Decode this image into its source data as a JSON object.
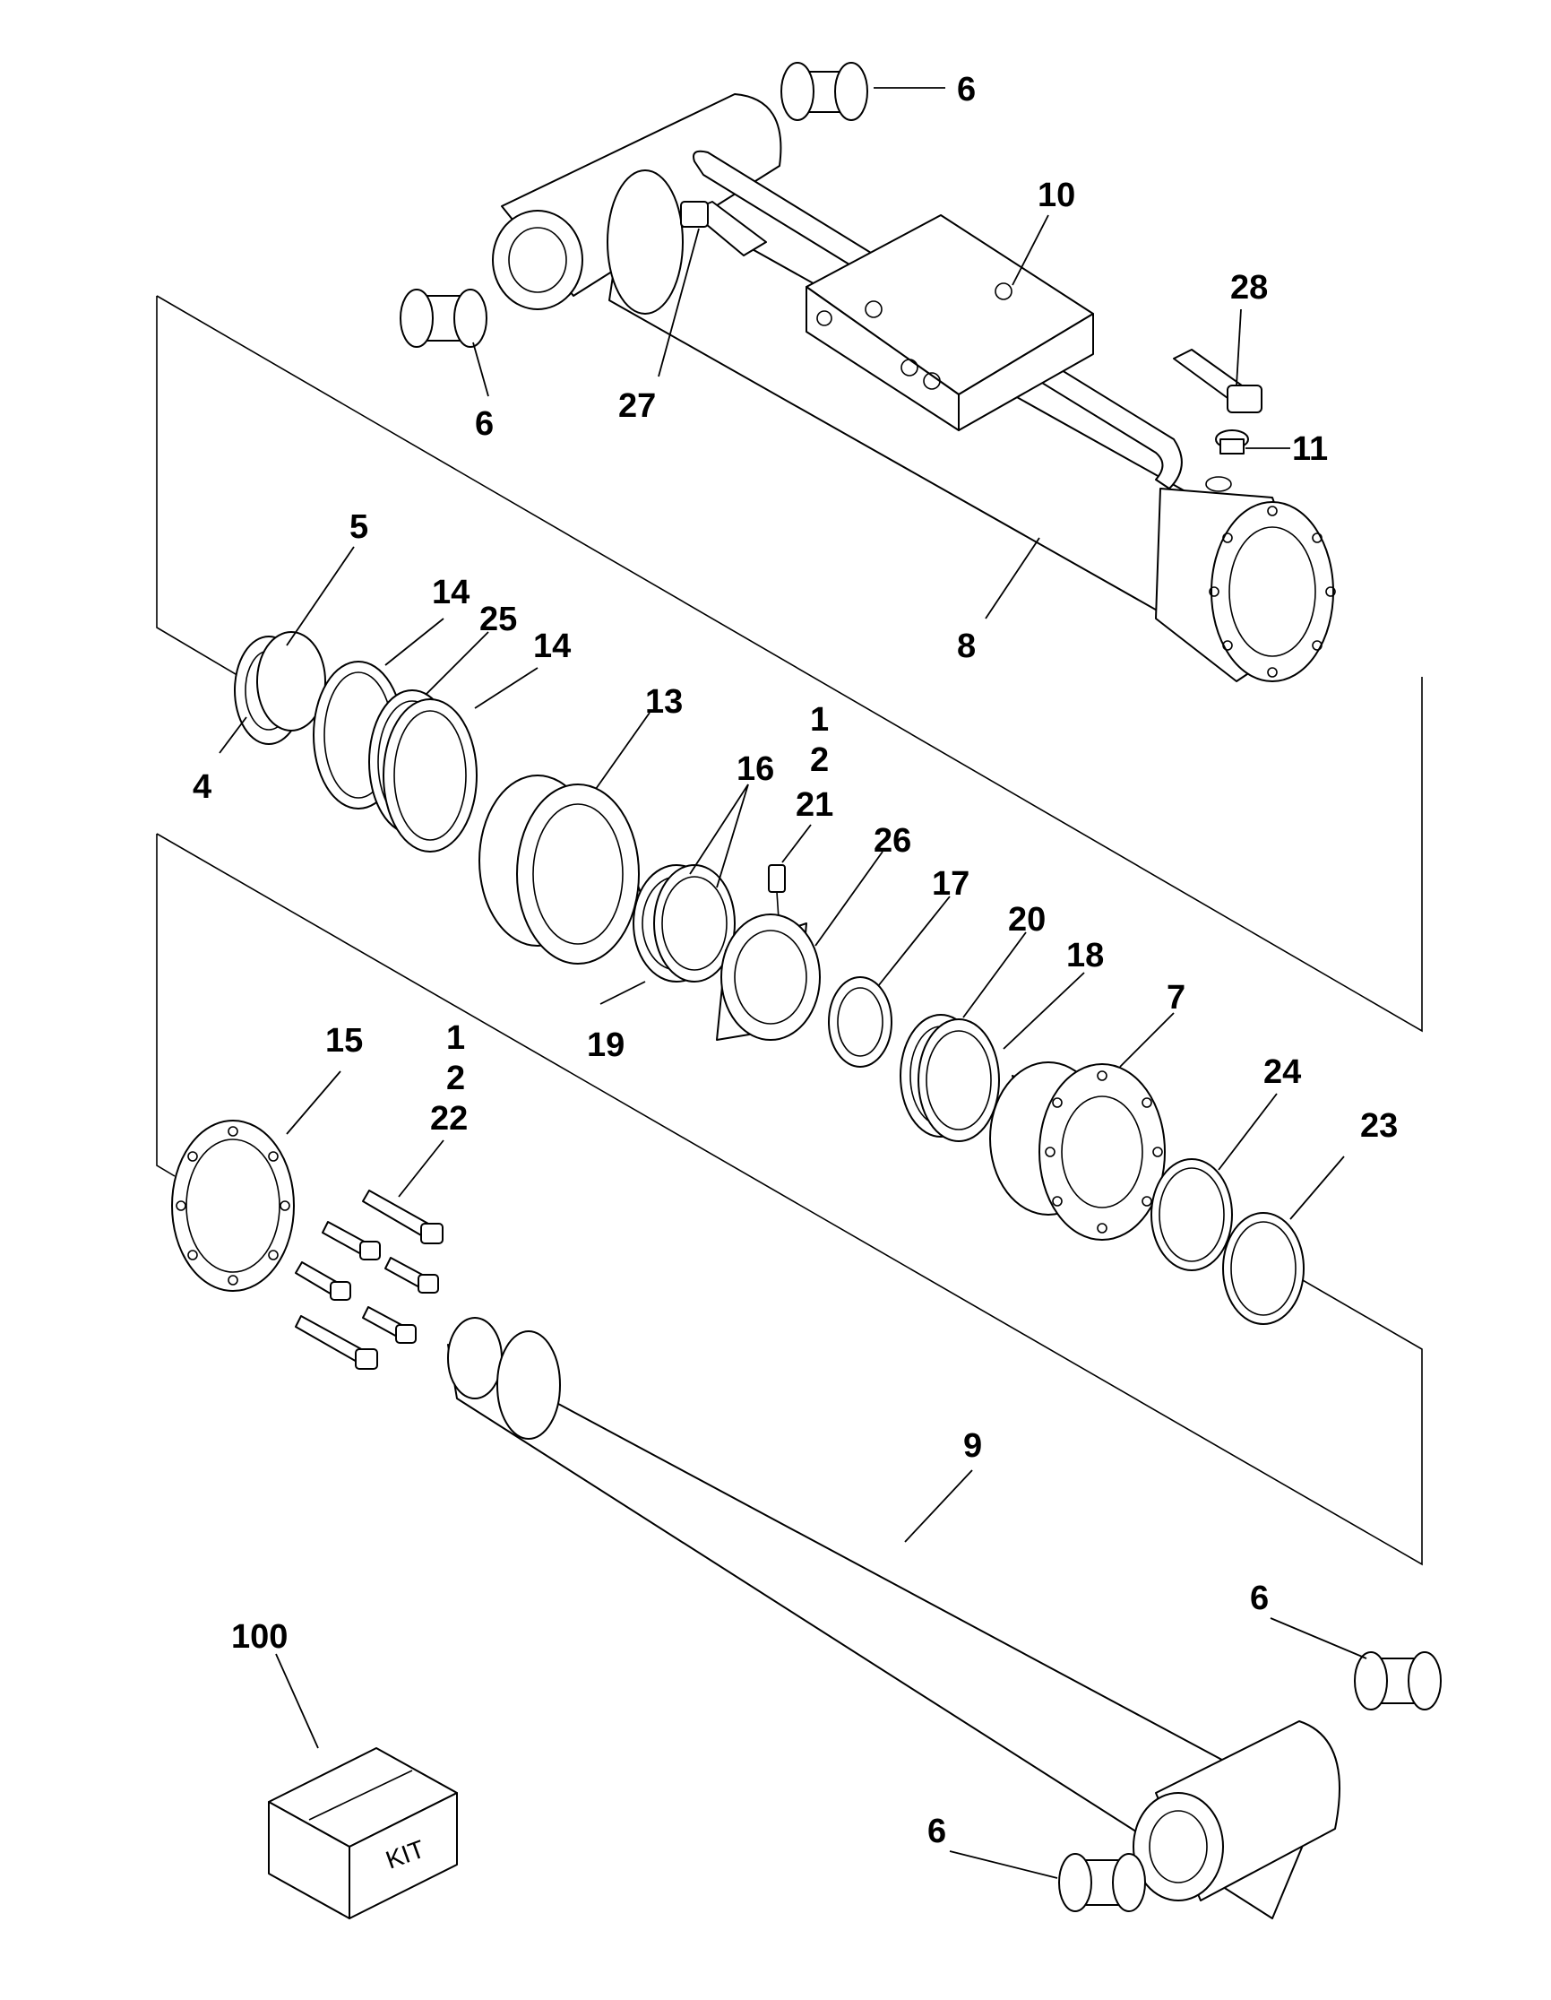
{
  "callouts": {
    "c6a": "6",
    "c10": "10",
    "c28": "28",
    "c6b": "6",
    "c27": "27",
    "c11": "11",
    "c5": "5",
    "c8": "8",
    "c14a": "14",
    "c25": "25",
    "c14b": "14",
    "c4": "4",
    "c13": "13",
    "c1a": "1",
    "c2a": "2",
    "c16": "16",
    "c21": "21",
    "c26": "26",
    "c17": "17",
    "c20": "20",
    "c18": "18",
    "c7": "7",
    "c19": "19",
    "c15": "15",
    "c1b": "1",
    "c2b": "2",
    "c22": "22",
    "c24": "24",
    "c23": "23",
    "c9": "9",
    "c6c": "6",
    "c100": "100",
    "c6d": "6"
  },
  "kit_box": {
    "label": "KIT"
  },
  "icons": [
    "hydraulic-cylinder-barrel",
    "piston-rod",
    "valve-block",
    "seal-ring",
    "bushing",
    "cap-screw",
    "kit-box"
  ]
}
